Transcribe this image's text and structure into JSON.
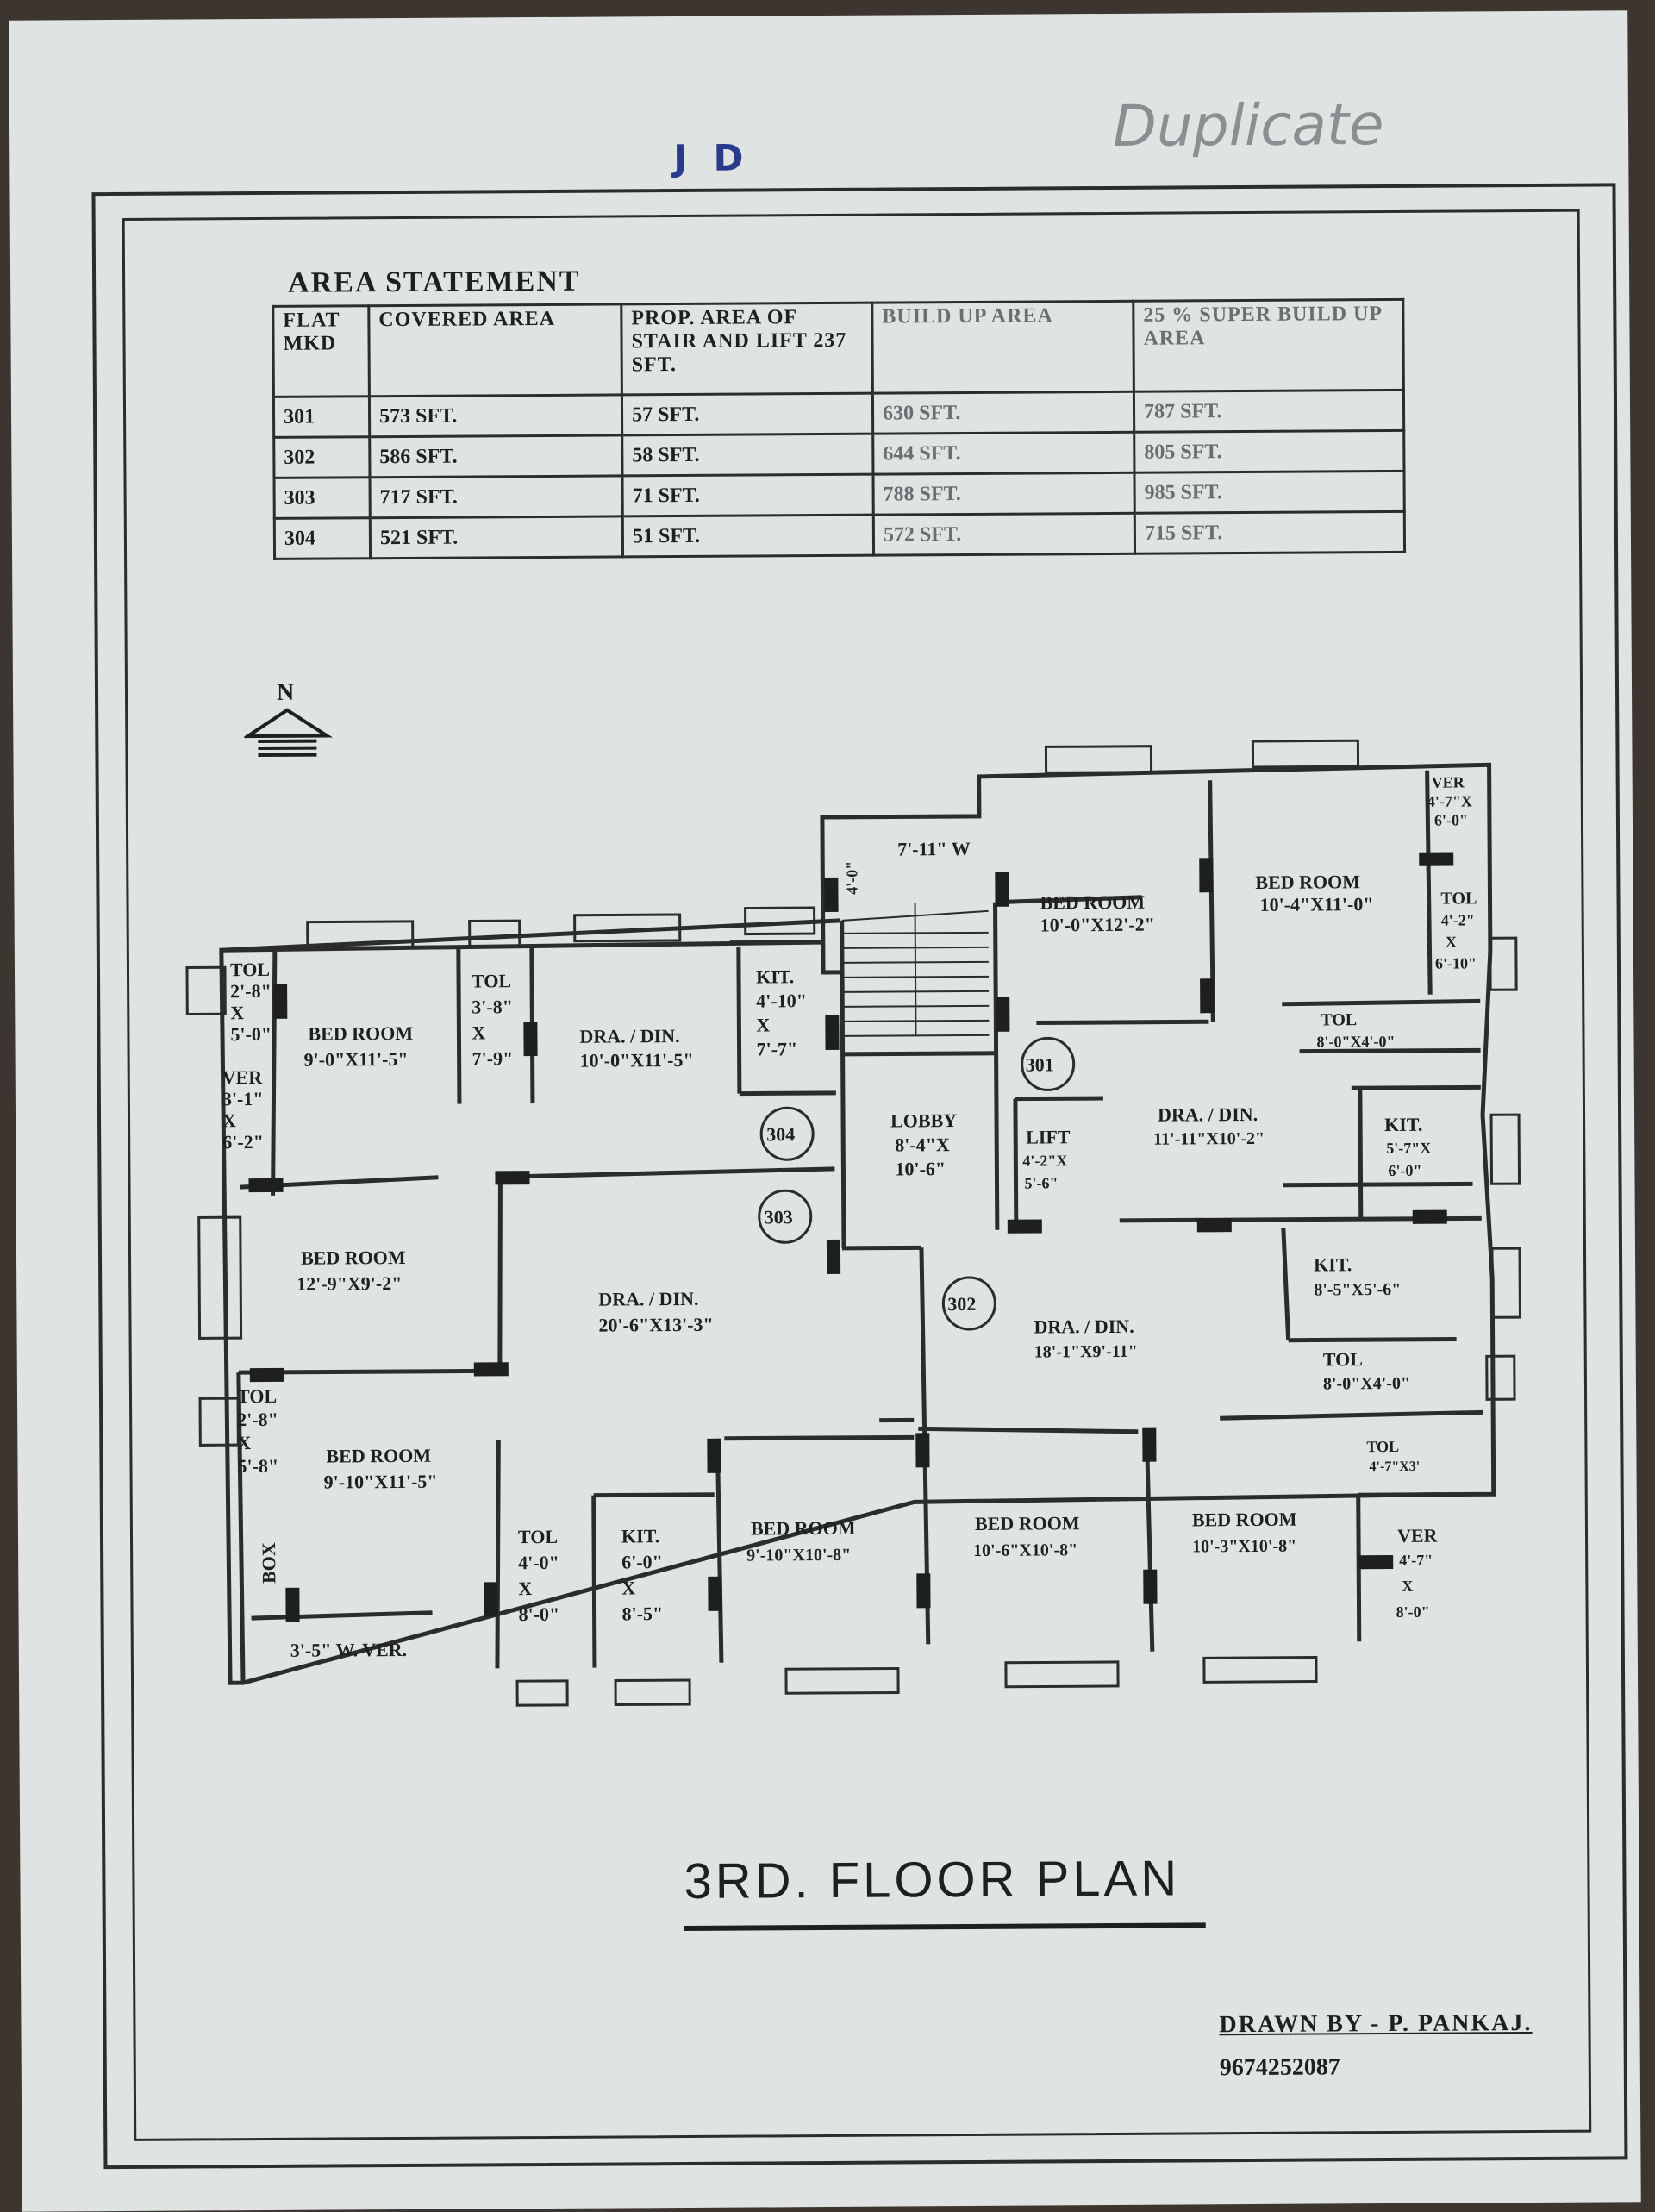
{
  "handwriting": {
    "top_mark": "J D",
    "duplicate_mark": "Duplicate"
  },
  "area_statement": {
    "title": "AREA STATEMENT",
    "headers": [
      "FLAT MKD",
      "COVERED AREA",
      "PROP. AREA OF STAIR AND LIFT 237 SFT.",
      "BUILD UP AREA",
      "25 % SUPER BUILD UP AREA"
    ],
    "rows": [
      [
        "301",
        "573 SFT.",
        "57 SFT.",
        "630 SFT.",
        "787 SFT."
      ],
      [
        "302",
        "586 SFT.",
        "58 SFT.",
        "644 SFT.",
        "805 SFT."
      ],
      [
        "303",
        "717 SFT.",
        "71 SFT.",
        "788 SFT.",
        "985 SFT."
      ],
      [
        "304",
        "521 SFT.",
        "51 SFT.",
        "572 SFT.",
        "715 SFT."
      ]
    ]
  },
  "north_label": "N",
  "plan_labels": {
    "tol_304a": [
      "TOL",
      "2'-8\"",
      "X",
      "5'-0\""
    ],
    "bed_304a": [
      "BED ROOM",
      "9'-0\"X11'-5\""
    ],
    "tol_304b": [
      "TOL",
      "3'-8\"",
      "X",
      "7'-9\""
    ],
    "dra_304": [
      "DRA. / DIN.",
      "10'-0\"X11'-5\""
    ],
    "kit_304": [
      "KIT.",
      "4'-10\"",
      "X",
      "7'-7\""
    ],
    "ver_304": [
      "VER",
      "3'-1\"",
      "X",
      "6'-2\""
    ],
    "stair_note": "7'-11\" W",
    "stair_side": "4'-0\"",
    "bed_301a": [
      "BED ROOM",
      "10'-0\"X12'-2\""
    ],
    "bed_301b": [
      "BED ROOM",
      "10'-4\"X11'-0\""
    ],
    "ver_301": [
      "VER",
      "4'-7\"X",
      "6'-0\""
    ],
    "tol_301a": [
      "TOL",
      "4'-2\"",
      "X",
      "6'-10\""
    ],
    "tol_301b": [
      "TOL",
      "8'-0\"X4'-0\""
    ],
    "lobby": [
      "LOBBY",
      "8'-4\"X",
      "10'-6\""
    ],
    "lift": [
      "LIFT",
      "4'-2\"X",
      "5'-6\""
    ],
    "dra_301": [
      "DRA. / DIN.",
      "11'-11\"X10'-2\""
    ],
    "kit_301": [
      "KIT.",
      "5'-7\"X",
      "6'-0\""
    ],
    "bed_303a": [
      "BED ROOM",
      "12'-9\"X9'-2\""
    ],
    "dra_303": [
      "DRA. / DIN.",
      "20'-6\"X13'-3\""
    ],
    "kit_302a": [
      "KIT.",
      "8'-5\"X5'-6\""
    ],
    "dra_302": [
      "DRA. / DIN.",
      "18'-1\"X9'-11\""
    ],
    "tol_302a": [
      "TOL",
      "8'-0\"X4'-0\""
    ],
    "tol_302b": [
      "TOL",
      "4'-7\"X3'"
    ],
    "tol_303a": [
      "TOL",
      "2'-8\"",
      "X",
      "5'-8\""
    ],
    "bed_303b": [
      "BED ROOM",
      "9'-10\"X11'-5\""
    ],
    "box": "BOX",
    "tol_303b": [
      "TOL",
      "4'-0\"",
      "X",
      "8'-0\""
    ],
    "kit_303": [
      "KIT.",
      "6'-0\"",
      "X",
      "8'-5\""
    ],
    "bed_303c": [
      "BED ROOM",
      "9'-10\"X10'-8\""
    ],
    "bed_302a": [
      "BED ROOM",
      "10'-6\"X10'-8\""
    ],
    "bed_302b": [
      "BED ROOM",
      "10'-3\"X10'-8\""
    ],
    "ver_302": [
      "VER",
      "4'-7\"",
      "X",
      "8'-0\""
    ],
    "ver_303": "3'-5\" W. VER.",
    "flat_301": "301",
    "flat_302": "302",
    "flat_303": "303",
    "flat_304": "304"
  },
  "footer": {
    "plan_title": "3RD.  FLOOR PLAN",
    "drawn_by": "DRAWN BY - P. PANKAJ.",
    "phone": "9674252087"
  }
}
